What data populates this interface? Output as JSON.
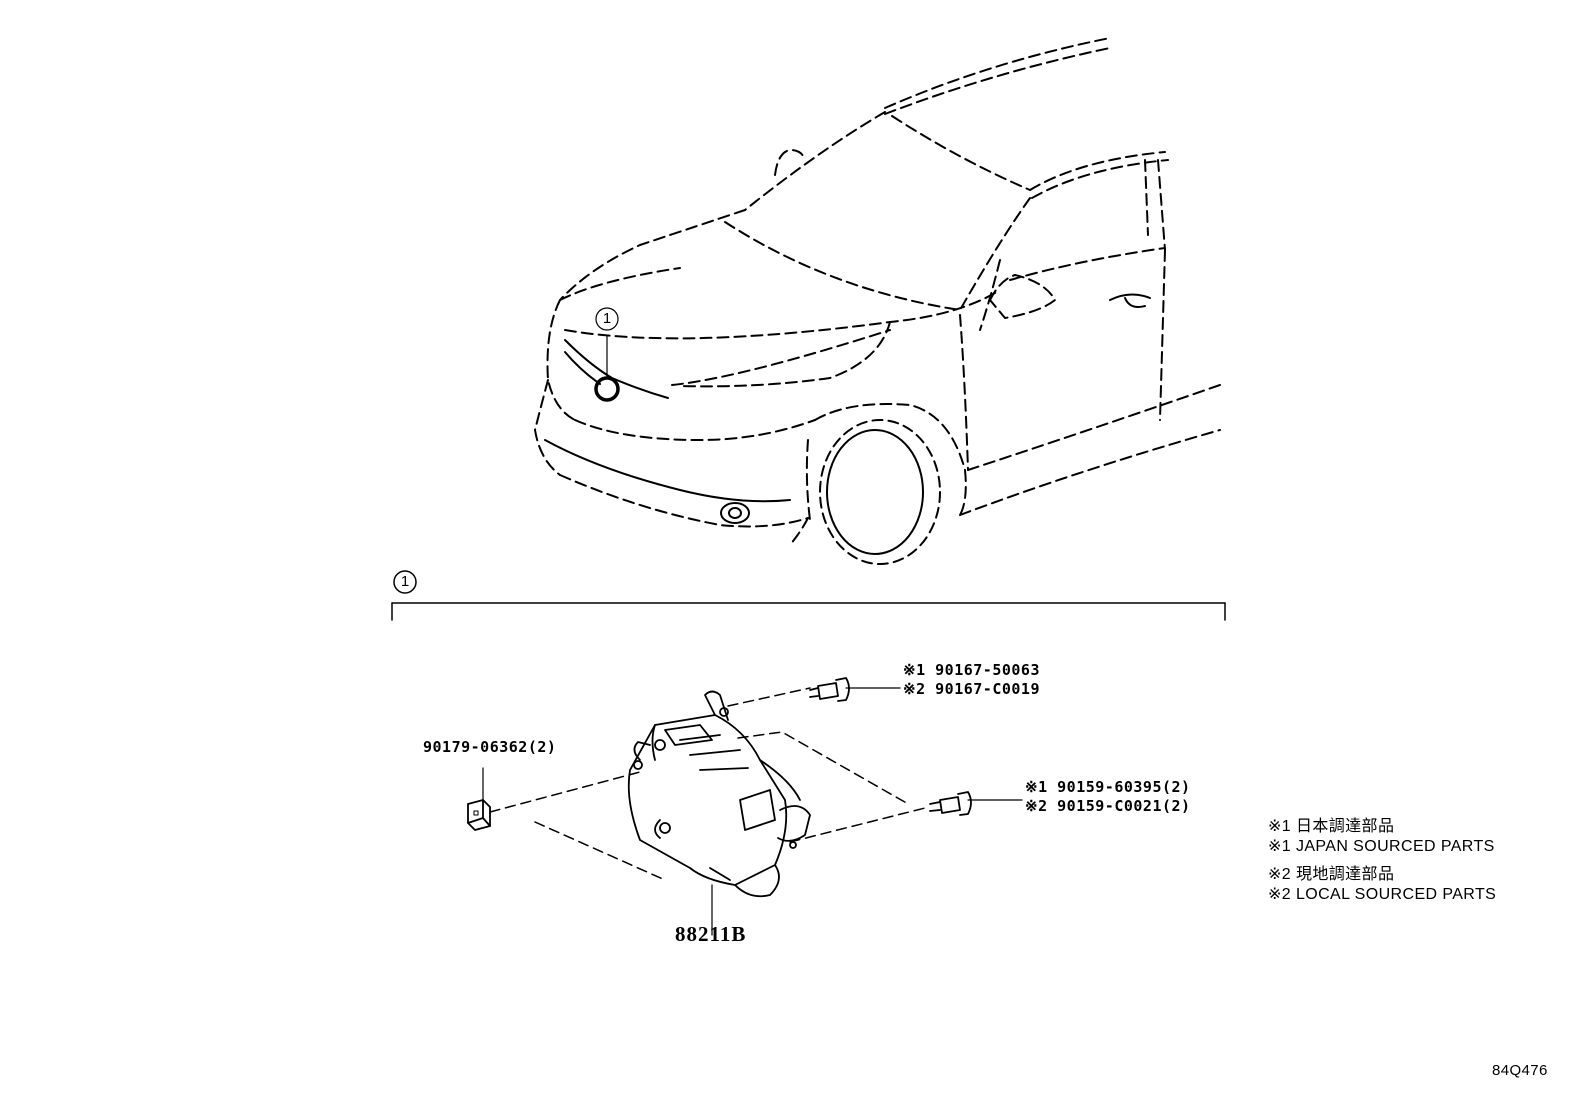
{
  "callouts": {
    "car_marker": "1",
    "section_marker": "1"
  },
  "parts": {
    "bolt_top_1": "※1 90167-50063",
    "bolt_top_2": "※2 90167-C0019",
    "nut_left": "90179-06362(2)",
    "bolt_right_1": "※1 90159-60395(2)",
    "bolt_right_2": "※2 90159-C0021(2)",
    "module": "88211B"
  },
  "legend": {
    "line1": "※1 日本調達部品",
    "line2": "※1 JAPAN SOURCED PARTS",
    "line3": "※2 現地調達部品",
    "line4": "※2 LOCAL SOURCED PARTS"
  },
  "diagram_code": "84Q476"
}
